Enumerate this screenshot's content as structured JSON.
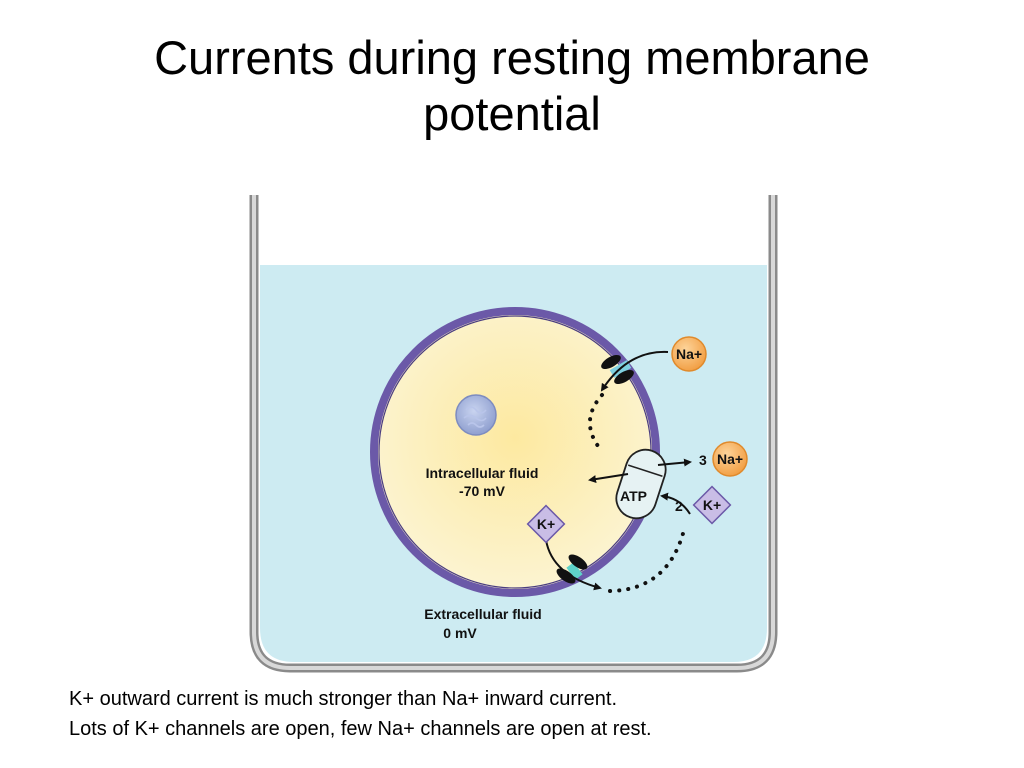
{
  "title": {
    "line1": "Currents during resting membrane",
    "line2": "potential"
  },
  "diagram": {
    "intracellular_label": "Intracellular fluid",
    "intracellular_value": "-70 mV",
    "extracellular_label": "Extracellular fluid",
    "extracellular_value": "0 mV",
    "na_ion_top": "Na+",
    "na_ion_right": "Na+",
    "na_count": "3",
    "k_ion_right": "K+",
    "k_count": "2",
    "k_ion_inside": "K+",
    "pump_label": "ATP"
  },
  "caption": {
    "line1": "K+ outward current is much stronger than Na+ inward current.",
    "line2": "Lots of K+ channels are open, few Na+ channels are open at rest."
  },
  "colors": {
    "fluid": "#cdebf2",
    "membrane": "#6b59a8",
    "cytoplasm": "#fbf0bc",
    "na_ion": "#f6b25a",
    "k_ion": "#c9bde6",
    "container": "#9a9a9a"
  }
}
